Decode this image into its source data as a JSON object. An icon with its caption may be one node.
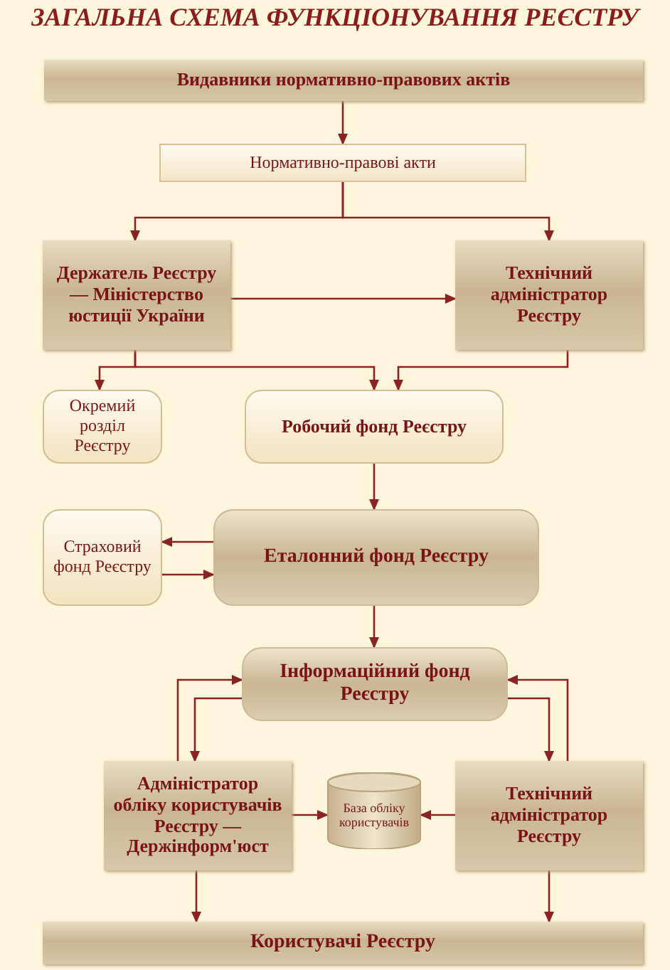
{
  "diagram": {
    "title": "ЗАГАЛЬНА СХЕМА ФУНКЦІОНУВАННЯ РЕЄСТРУ",
    "nodes": [
      {
        "text": [
          "Видавники нормативно-правових актів"
        ]
      },
      {
        "text": [
          "Нормативно-правові акти"
        ]
      },
      {
        "text": [
          "Держатель Реєстру — Міністерство юстиції України"
        ]
      },
      {
        "text": [
          "Технічний адміністратор Реєстру"
        ]
      },
      {
        "text": [
          "Окремий розділ Реєстру"
        ]
      },
      {
        "text": [
          "Робочий фонд Реєстру"
        ]
      },
      {
        "text": [
          "Страховий фонд Реєстру"
        ]
      },
      {
        "text": [
          "Еталонний фонд Реєстру"
        ]
      },
      {
        "text": [
          "Інформаційний фонд Реєстру"
        ]
      },
      {
        "text": [
          "Адміністратор обліку користувачів Реєстру — Держінформ'юст"
        ]
      },
      {
        "text": [
          "База обліку користувачів"
        ]
      },
      {
        "text": [
          "Технічний адміністратор Реєстру"
        ]
      },
      {
        "text": [
          "Користувачі Реєстру"
        ]
      }
    ],
    "edges": [
      {
        "from": 0,
        "to": 1,
        "arrow": "to"
      },
      {
        "from": 1,
        "to": 2,
        "arrow": "to"
      },
      {
        "from": 1,
        "to": 3,
        "arrow": "to"
      },
      {
        "from": 2,
        "to": 3,
        "arrow": "to"
      },
      {
        "from": 2,
        "to": 4,
        "arrow": "to"
      },
      {
        "from": 2,
        "to": 5,
        "arrow": "to"
      },
      {
        "from": 3,
        "to": 5,
        "arrow": "to"
      },
      {
        "from": 5,
        "to": 7,
        "arrow": "to"
      },
      {
        "from": 7,
        "to": 6,
        "arrow": "to"
      },
      {
        "from": 6,
        "to": 7,
        "arrow": "to"
      },
      {
        "from": 7,
        "to": 8,
        "arrow": "to"
      },
      {
        "from": 9,
        "to": 8,
        "arrow": "to"
      },
      {
        "from": 8,
        "to": 9,
        "arrow": "to"
      },
      {
        "from": 11,
        "to": 8,
        "arrow": "to"
      },
      {
        "from": 8,
        "to": 11,
        "arrow": "to"
      },
      {
        "from": 9,
        "to": 10,
        "arrow": "to"
      },
      {
        "from": 11,
        "to": 10,
        "arrow": "to"
      },
      {
        "from": 9,
        "to": 12,
        "arrow": "to"
      },
      {
        "from": 11,
        "to": 12,
        "arrow": "to"
      }
    ]
  }
}
